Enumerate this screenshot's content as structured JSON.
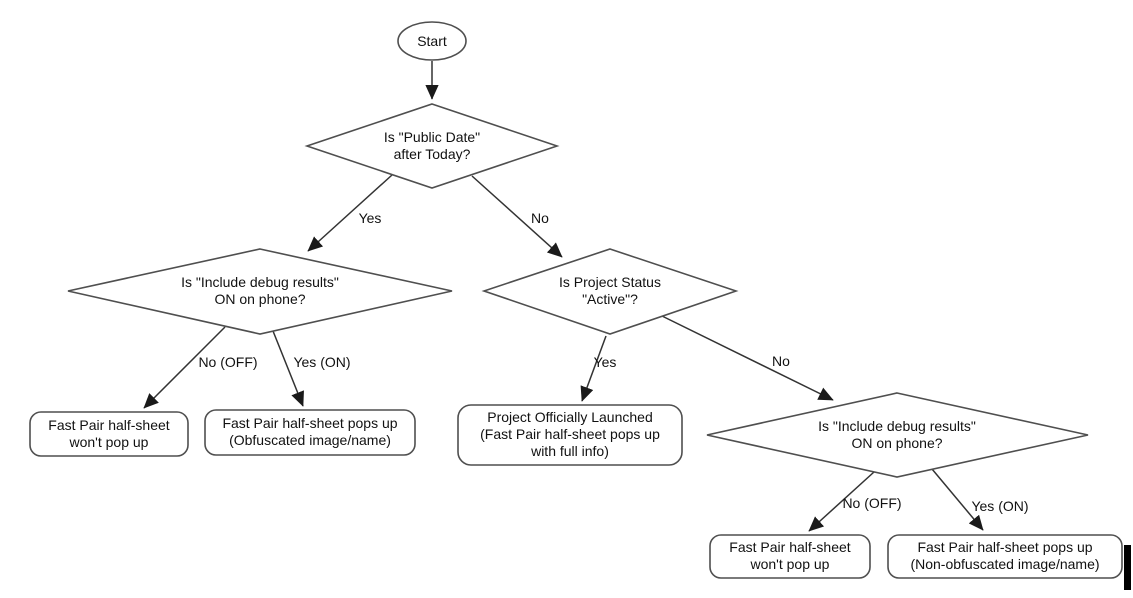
{
  "colors": {
    "background": "#ffffff",
    "shape_stroke": "#4f4f4f",
    "arrow_stroke": "#333333",
    "arrowhead_fill": "#1a1a1a",
    "text": "#111111",
    "cursor_bar": "#000000"
  },
  "nodes": {
    "start": {
      "label": "Start"
    },
    "decision_public_date": {
      "label": "Is \"Public Date\"\nafter Today?"
    },
    "decision_debug_left": {
      "label": "Is \"Include debug results\"\nON on phone?"
    },
    "decision_project_status": {
      "label": "Is Project Status\n\"Active\"?"
    },
    "decision_debug_right": {
      "label": "Is \"Include debug results\"\nON on phone?"
    },
    "result_no_popup_left": {
      "label": "Fast Pair half-sheet\nwon't pop up"
    },
    "result_obfuscated": {
      "label": "Fast Pair half-sheet pops up\n(Obfuscated image/name)"
    },
    "result_launched": {
      "label": "Project Officially Launched\n(Fast Pair half-sheet pops up\nwith full info)"
    },
    "result_no_popup_right": {
      "label": "Fast Pair half-sheet\nwon't pop up"
    },
    "result_non_obfuscated": {
      "label": "Fast Pair half-sheet pops up\n(Non-obfuscated image/name)"
    }
  },
  "edge_labels": {
    "public_date_yes": "Yes",
    "public_date_no": "No",
    "debug_left_no": "No (OFF)",
    "debug_left_yes": "Yes (ON)",
    "project_status_yes": "Yes",
    "project_status_no": "No",
    "debug_right_no": "No (OFF)",
    "debug_right_yes": "Yes (ON)"
  }
}
